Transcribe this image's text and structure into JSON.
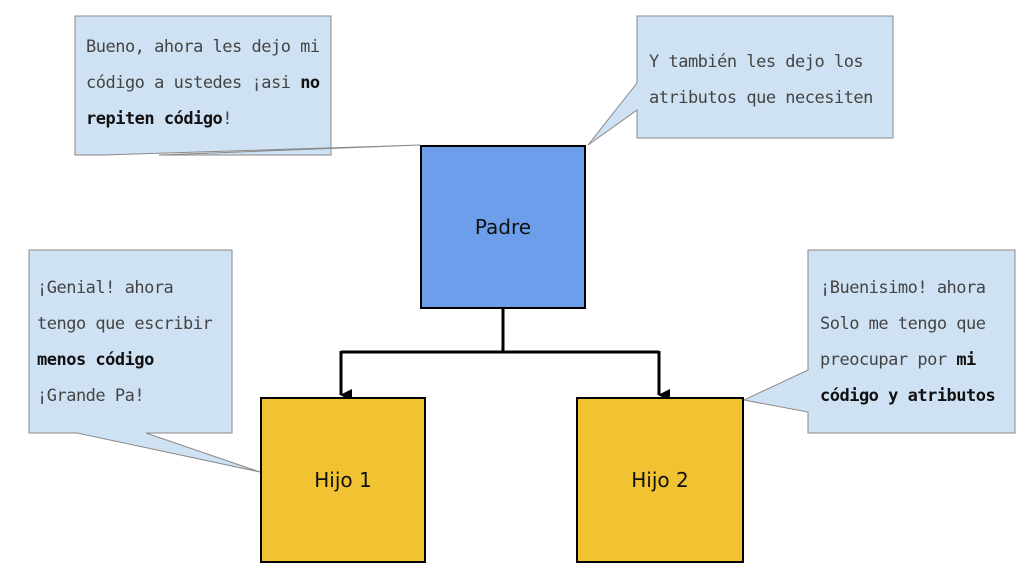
{
  "colors": {
    "parent": "#6d9eeb",
    "child": "#f1c232",
    "note": "#cfe2f3",
    "note_border": "#8a8a8a",
    "line": "#000000"
  },
  "nodes": {
    "parent": "Padre",
    "child1": "Hijo 1",
    "child2": "Hijo 2"
  },
  "notes": {
    "parent_left": {
      "line1": "Bueno, ahora les dejo mi",
      "line2": "código a ustedes ¡asi",
      "line2_bold": "no",
      "line3_bold": "repiten código",
      "line3_end": "!"
    },
    "parent_right": {
      "line1": "Y también les dejo los",
      "line2": "atributos que necesiten"
    },
    "child1": {
      "line1": "¡Genial! ahora",
      "line2": "tengo que escribir",
      "line3_bold": "menos código",
      "line4": "¡Grande Pa!"
    },
    "child2": {
      "line1": "¡Buenisimo! ahora",
      "line2": "Solo me tengo que",
      "line3": "preocupar por",
      "line3_bold": "mi",
      "line4_bold": "código y atributos"
    }
  }
}
